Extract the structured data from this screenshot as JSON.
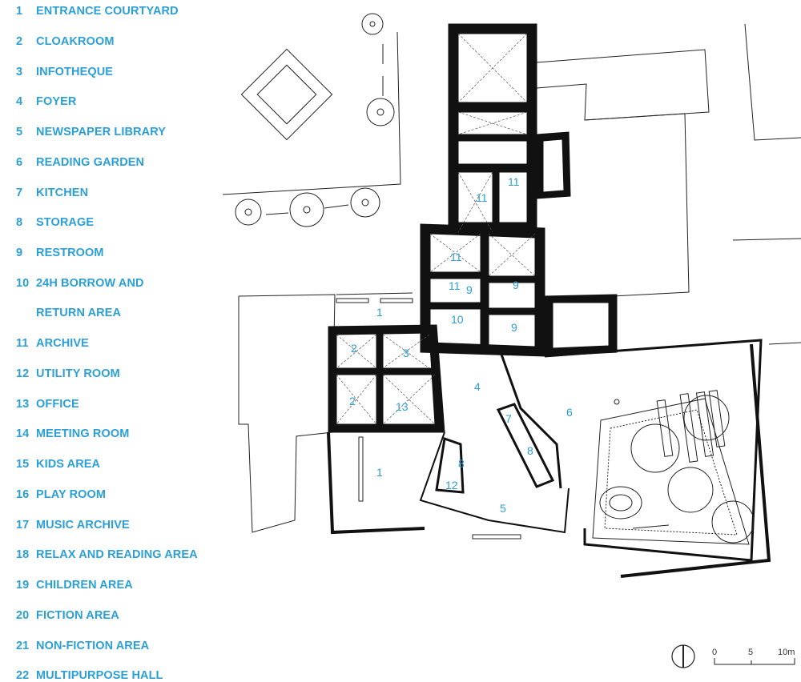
{
  "accent_color": "#2a9fd8",
  "legend": [
    {
      "num": "1",
      "label": "ENTRANCE COURTYARD"
    },
    {
      "num": "2",
      "label": "CLOAKROOM"
    },
    {
      "num": "3",
      "label": "INFOTHEQUE"
    },
    {
      "num": "4",
      "label": "FOYER"
    },
    {
      "num": "5",
      "label": "NEWSPAPER LIBRARY"
    },
    {
      "num": "6",
      "label": "READING GARDEN"
    },
    {
      "num": "7",
      "label": "KITCHEN"
    },
    {
      "num": "8",
      "label": "STORAGE"
    },
    {
      "num": "9",
      "label": "RESTROOM"
    },
    {
      "num": "10",
      "label": "24H BORROW AND"
    },
    {
      "num": "",
      "label": "RETURN AREA"
    },
    {
      "num": "11",
      "label": "ARCHIVE"
    },
    {
      "num": "12",
      "label": "UTILITY ROOM"
    },
    {
      "num": "13",
      "label": "OFFICE"
    },
    {
      "num": "14",
      "label": "MEETING ROOM"
    },
    {
      "num": "15",
      "label": "KIDS AREA"
    },
    {
      "num": "16",
      "label": "PLAY ROOM"
    },
    {
      "num": "17",
      "label": "MUSIC ARCHIVE"
    },
    {
      "num": "18",
      "label": "RELAX AND READING AREA"
    },
    {
      "num": "19",
      "label": "CHILDREN AREA"
    },
    {
      "num": "20",
      "label": "FICTION AREA"
    },
    {
      "num": "21",
      "label": "NON-FICTION AREA"
    },
    {
      "num": "22",
      "label": "MULTIPURPOSE HALL"
    }
  ],
  "plan_labels": {
    "courtyard_north": "1",
    "courtyard_south": "1",
    "cloakroom_a": "2",
    "cloakroom_b": "2",
    "infotheque": "3",
    "foyer": "4",
    "newspaper_library": "5",
    "reading_garden": "6",
    "kitchen": "7",
    "storage_a": "8",
    "storage_b": "8",
    "restroom_a": "9",
    "restroom_b": "9",
    "restroom_c": "9",
    "borrow_return": "10",
    "archive_a": "11",
    "archive_b": "11",
    "archive_c": "11",
    "archive_d": "11",
    "utility_room": "12",
    "office": "13"
  },
  "scale_bar": {
    "t0": "0",
    "t5": "5",
    "t10": "10m"
  }
}
